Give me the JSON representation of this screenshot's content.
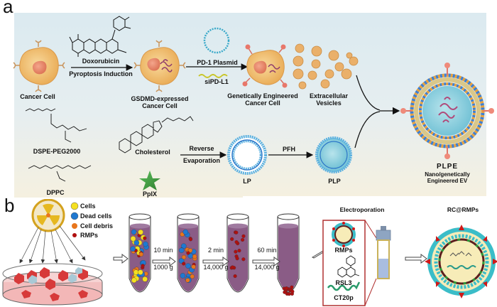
{
  "panel_a": {
    "letter": "a",
    "labels": {
      "cancer_cell": "Cancer Cell",
      "doxorubicin": "Doxorubicin",
      "pyroptosis_induction": "Pyroptosis Induction",
      "gsdmd_line1": "GSDMD-expressed",
      "gsdmd_line2": "Cancer Cell",
      "pd1_plasmid": "PD-1 Plasmid",
      "sipd_l1": "siPD-L1",
      "engineered_line1": "Genetically Engineered",
      "engineered_line2": "Cancer Cell",
      "ev_line1": "Extracellular",
      "ev_line2": "Vesicles",
      "dspe_peg2000": "DSPE-PEG2000",
      "dppc": "DPPC",
      "cholesterol": "Cholesterol",
      "pplx": "PpIX",
      "reverse": "Reverse",
      "evaporation": "Evaporation",
      "lp": "LP",
      "pfh": "PFH",
      "plp": "PLP",
      "plpe": "PLPE",
      "plpe_line1": "Nano/genetically",
      "plpe_line2": "Engineered EV"
    }
  },
  "panel_b": {
    "letter": "b",
    "legend": [
      {
        "label": "Cells",
        "color": "#f5e020"
      },
      {
        "label": "Dead cells",
        "color": "#1f78d1"
      },
      {
        "label": "Cell debris",
        "color": "#e8761c"
      },
      {
        "label": "RMPs",
        "color": "#b01010"
      }
    ],
    "steps": [
      {
        "time": "10 min",
        "force": "1000 g"
      },
      {
        "time": "2 min",
        "force": "14,000 g"
      },
      {
        "time": "60 min",
        "force": "14,000 g"
      }
    ],
    "electroporation_title": "Electroporation",
    "box_labels": {
      "rmps": "RMPs",
      "rsl3": "RSL3",
      "ct20p": "CT20p"
    },
    "product": "RC@RMPs"
  },
  "colors": {
    "panel_a_bg_top": "#dcebf0",
    "panel_a_bg_bottom": "#f4f0e2",
    "cell_fill": "#f3c277",
    "nucleus": "#e8896a",
    "tube_liquid": "#8a5c86",
    "box_border": "#b03030",
    "star": "#3d9a3d",
    "ev_core": "#8fd0df"
  }
}
